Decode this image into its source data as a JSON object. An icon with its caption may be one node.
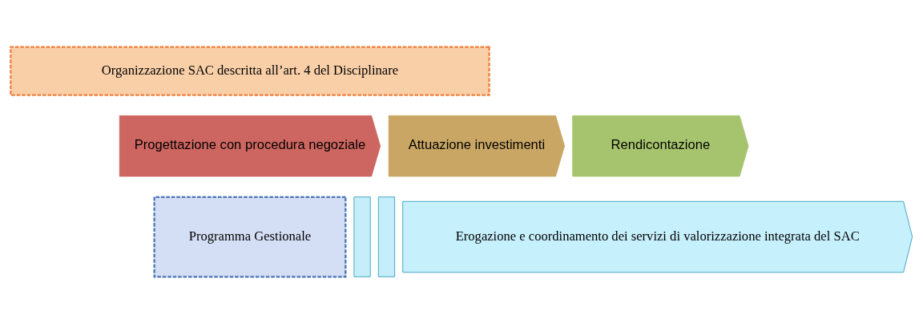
{
  "diagram": {
    "nodes": [
      {
        "text": [
          "Organizzazione SAC descritta all’art. 4 del Disciplinare"
        ]
      },
      {
        "text": [
          "Progettazione con procedura negoziale"
        ]
      },
      {
        "text": [
          "Attuazione investimenti"
        ]
      },
      {
        "text": [
          "Rendicontazione"
        ]
      },
      {
        "text": [
          "Programma Gestionale"
        ]
      },
      {
        "text": [],
        "shape": "bar"
      },
      {
        "text": [],
        "shape": "bar"
      },
      {
        "text": [
          "Erogazione e coordinamento dei servizi di valorizzazione integrata del SAC"
        ]
      }
    ]
  }
}
